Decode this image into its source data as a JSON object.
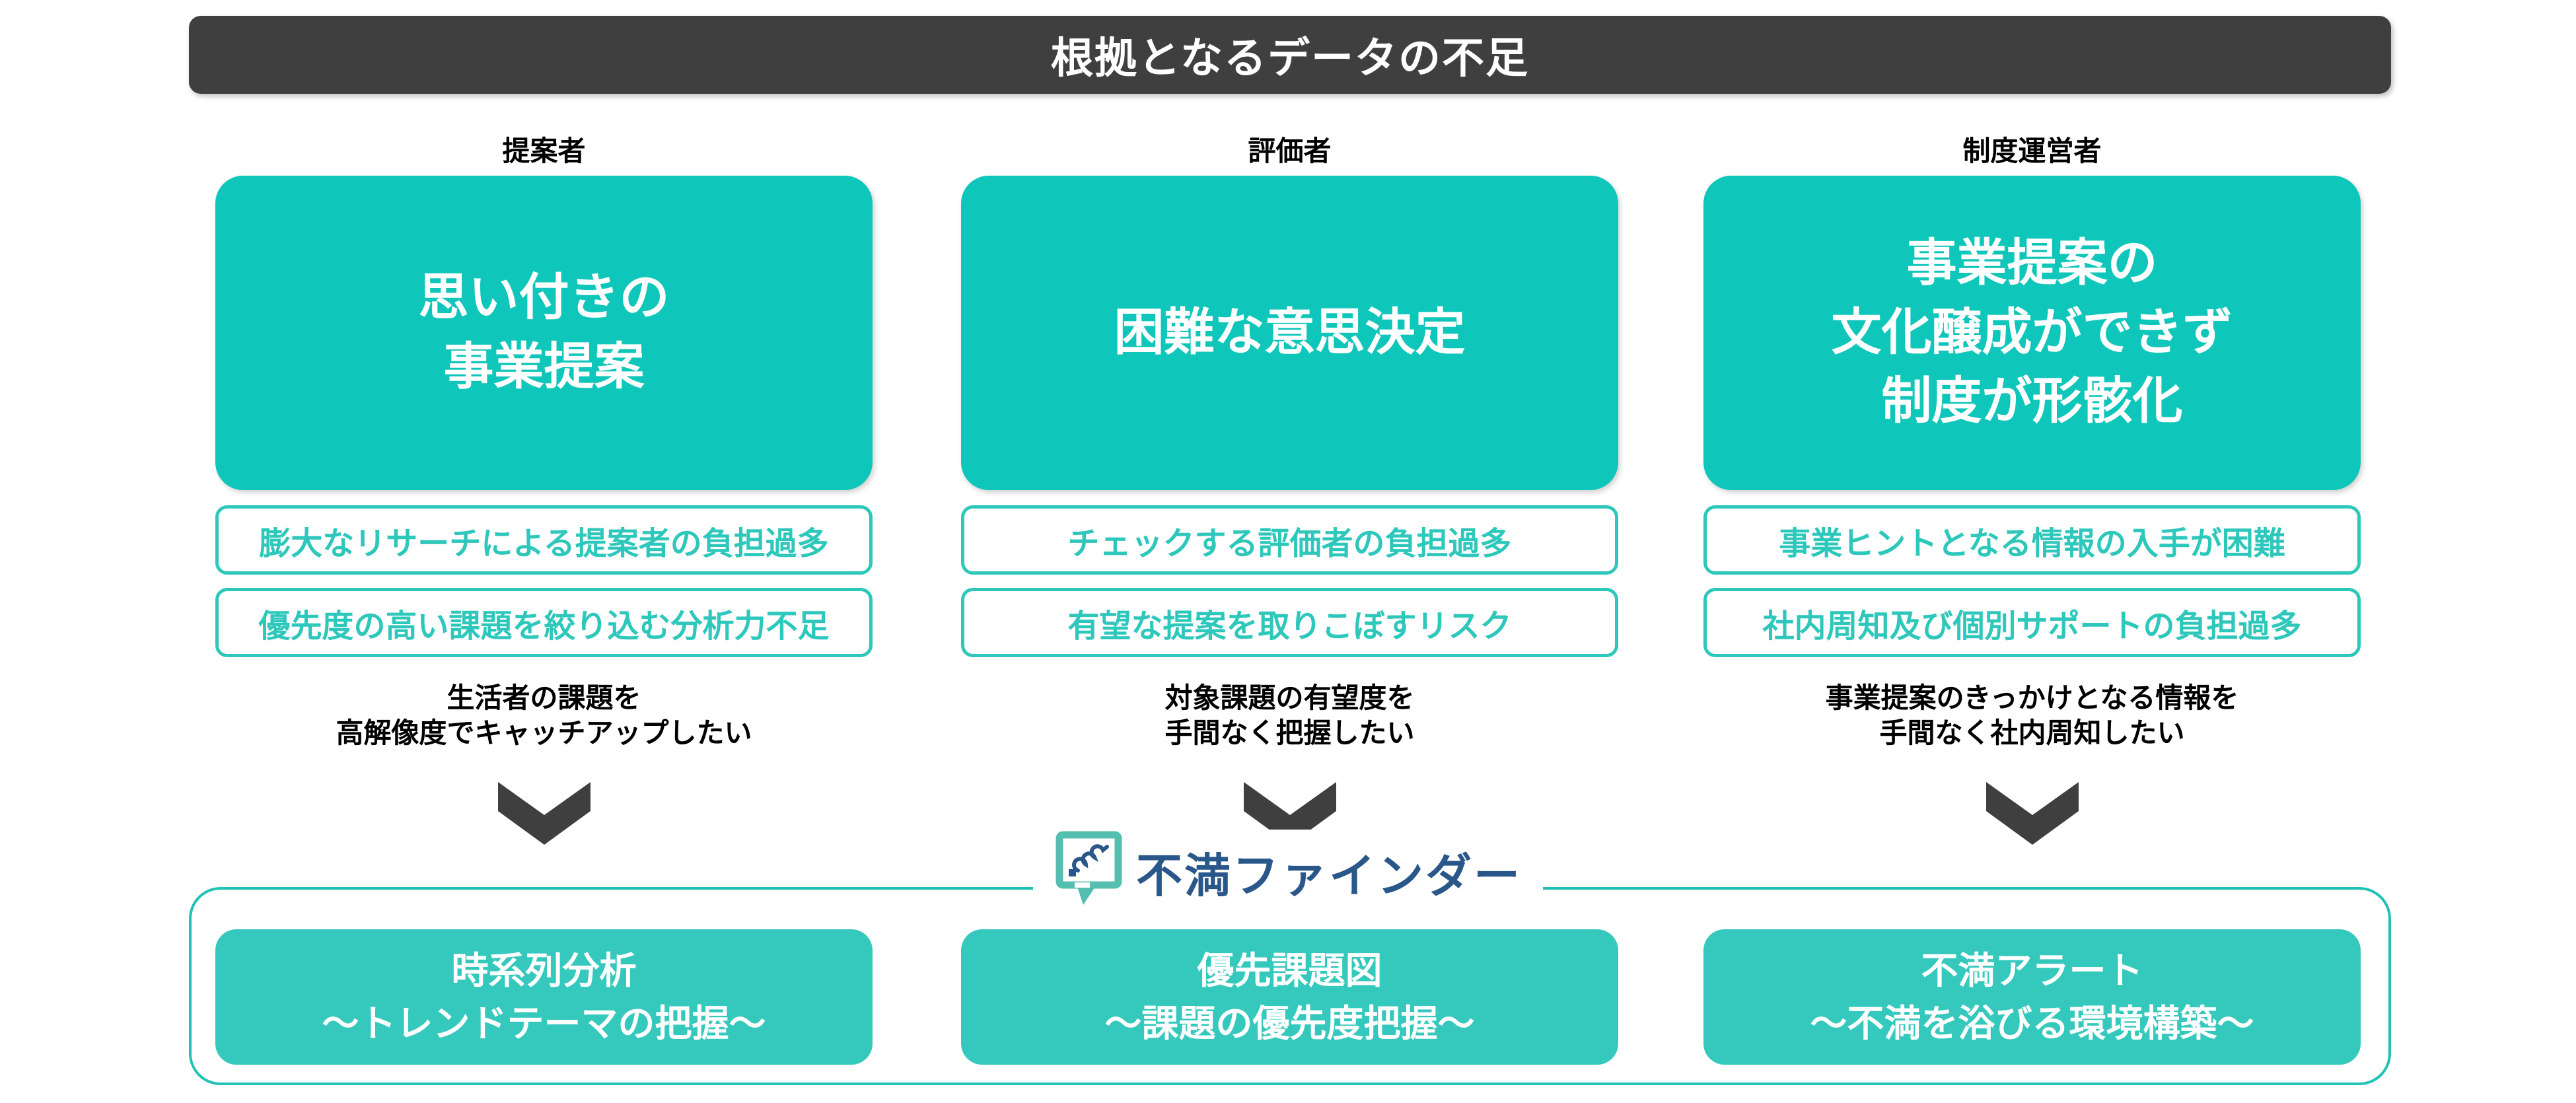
{
  "banner": {
    "title": "根拠となるデータの不足"
  },
  "columns": [
    {
      "role": "提案者",
      "problem": {
        "lines": [
          "思い付きの",
          "事業提案"
        ]
      },
      "pains": [
        "膨大なリサーチによる提案者の負担過多",
        "優先度の高い課題を絞り込む分析力不足"
      ],
      "wish": {
        "lines": [
          "生活者の課題を",
          "高解像度でキャッチアップしたい"
        ]
      },
      "solution": {
        "title": "時系列分析",
        "subtitle": "～トレンドテーマの把握～"
      }
    },
    {
      "role": "評価者",
      "problem": {
        "lines": [
          "困難な意思決定"
        ]
      },
      "pains": [
        "チェックする評価者の負担過多",
        "有望な提案を取りこぼすリスク"
      ],
      "wish": {
        "lines": [
          "対象課題の有望度を",
          "手間なく把握したい"
        ]
      },
      "solution": {
        "title": "優先課題図",
        "subtitle": "～課題の優先度把握～"
      }
    },
    {
      "role": "制度運営者",
      "problem": {
        "lines": [
          "事業提案の",
          "文化醸成ができず",
          "制度が形骸化"
        ]
      },
      "pains": [
        "事業ヒントとなる情報の入手が困難",
        "社内周知及び個別サポートの負担過多"
      ],
      "wish": {
        "lines": [
          "事業提案のきっかけとなる情報を",
          "手間なく社内周知したい"
        ]
      },
      "solution": {
        "title": "不満アラート",
        "subtitle": "～不満を浴びる環境構築～"
      }
    }
  ],
  "logo": {
    "product_name": "不満ファインダー",
    "icon": "speech-bubble-scribble"
  },
  "colors": {
    "teal_primary": "#0FC6BA",
    "teal_light": "#35C8BC",
    "teal_outline": "#2EC7BB",
    "container_border": "#20C2B6",
    "dark_gray": "#3F3F3F",
    "navy": "#2A5789",
    "bubble_teal": "#54BFB0"
  }
}
